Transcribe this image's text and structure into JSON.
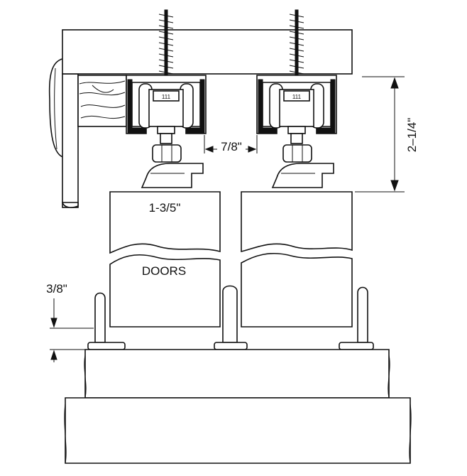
{
  "labels": {
    "track_height": "2–1/4\"",
    "door_spacing": "7/8\"",
    "door_thickness": "1-3/5\"",
    "doors": "DOORS",
    "guide_height": "3/8\""
  },
  "hanger_marking": "111",
  "colors": {
    "line": "#111111",
    "background": "#ffffff"
  }
}
